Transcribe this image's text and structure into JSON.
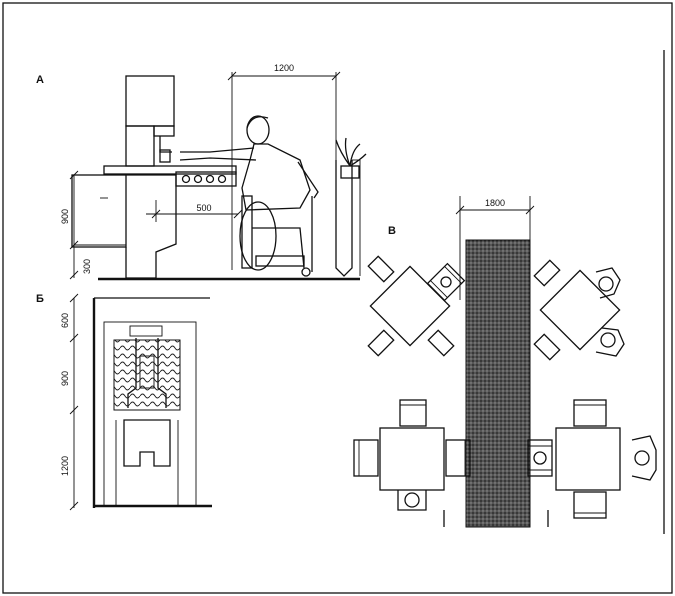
{
  "sections": {
    "a": {
      "label": "А",
      "dims": {
        "reach_width": "1200",
        "reach_depth": "500",
        "counter_height": "900",
        "toe_height": "300"
      }
    },
    "b": {
      "label": "Б",
      "dims": {
        "top": "600",
        "middle": "900",
        "bottom": "1200"
      }
    },
    "c": {
      "label": "В",
      "dims": {
        "aisle_width": "1800"
      }
    }
  }
}
